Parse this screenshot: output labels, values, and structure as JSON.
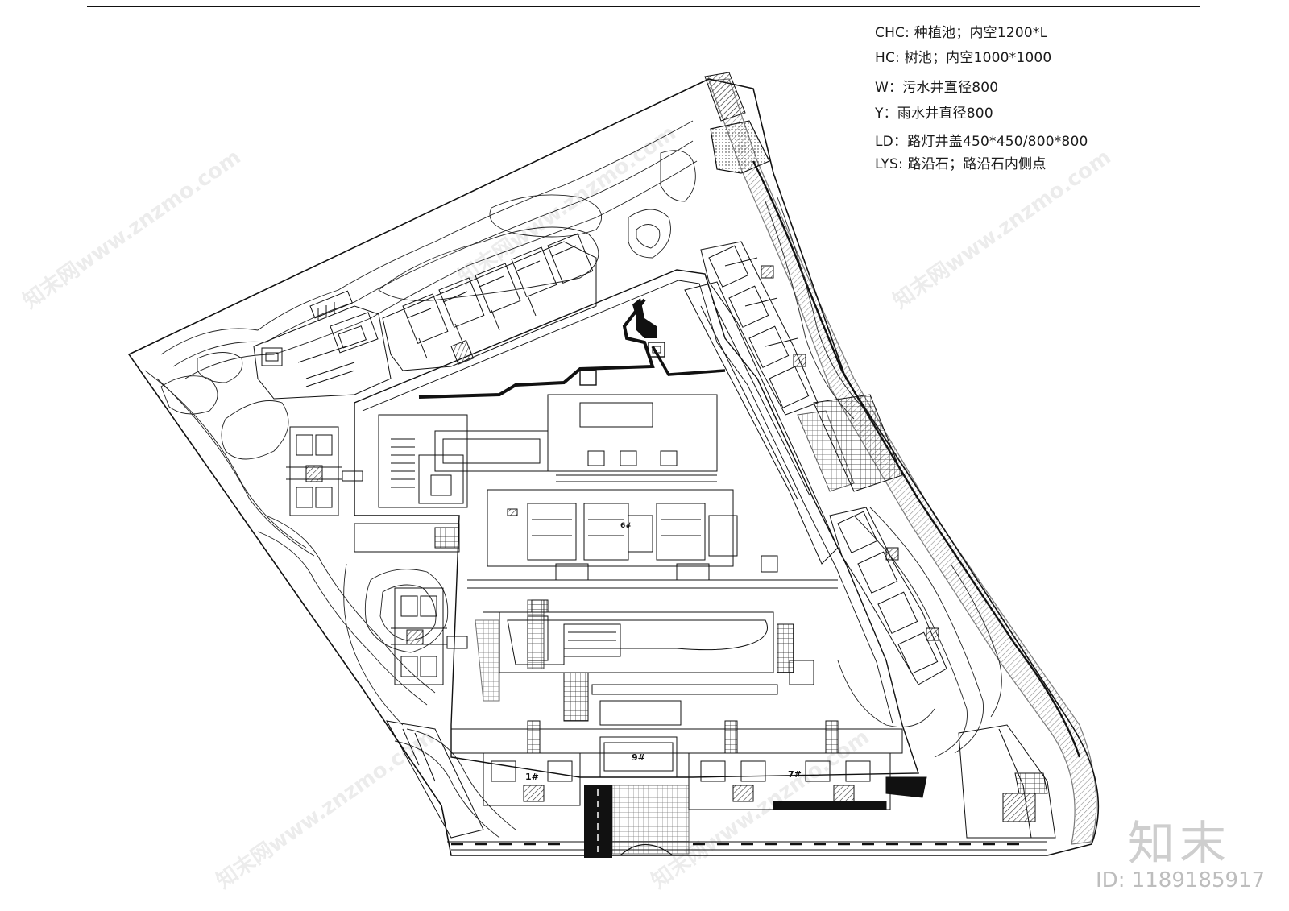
{
  "legend": [
    "CHC: 种植池；内空1200*L",
    "HC: 树池；内空1000*1000",
    "W：污水井直径800",
    "Y：雨水井直径800",
    "LD：路灯井盖450*450/800*800",
    "LYS: 路沿石；路沿石内侧点"
  ],
  "building_labels": {
    "b1": "1#",
    "b9": "9#",
    "b7": "7#",
    "b6": "6#"
  },
  "watermark": {
    "logo_text": "知末",
    "id_text": "ID: 1189185917",
    "site_text": "知末网www.znzmo.com"
  },
  "colors": {
    "line": "#111111",
    "hatch": "#444444"
  }
}
